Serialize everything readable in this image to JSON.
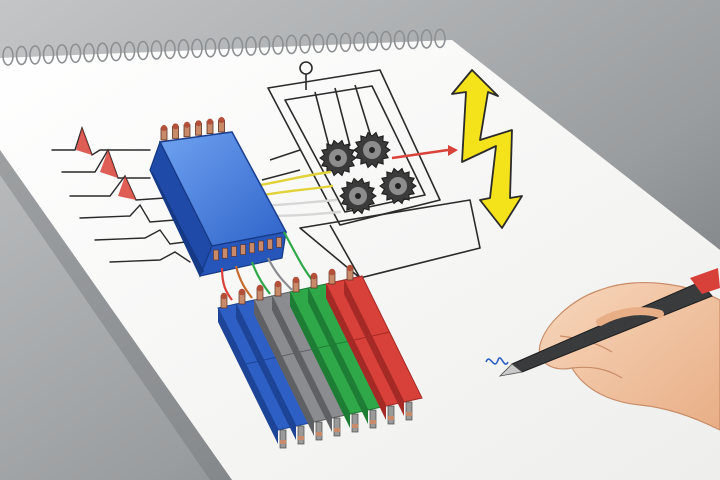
{
  "scene": {
    "subjects": [
      "sketchbook-page",
      "blue-controller-module",
      "battery-cell-pack",
      "gear-mechanism-sketch",
      "lightning-bolt-doodle",
      "hand-with-pen"
    ],
    "colors": {
      "background_top": "#b9bbbd",
      "background_bottom": "#6e7174",
      "paper": "#f7f7f5",
      "module_blue": "#2f63c9",
      "cell_blue": "#2e5fc4",
      "cell_gray": "#8a8c8f",
      "cell_green": "#2fa84a",
      "cell_red": "#d8403a",
      "bolt_yellow": "#f4e21a",
      "sketch_red": "#d9433a",
      "pen_body": "#3a3b3d",
      "skin": "#f1c4a0"
    },
    "cell_colors": [
      "blue",
      "blue",
      "gray",
      "gray",
      "green",
      "green",
      "red",
      "red"
    ]
  }
}
